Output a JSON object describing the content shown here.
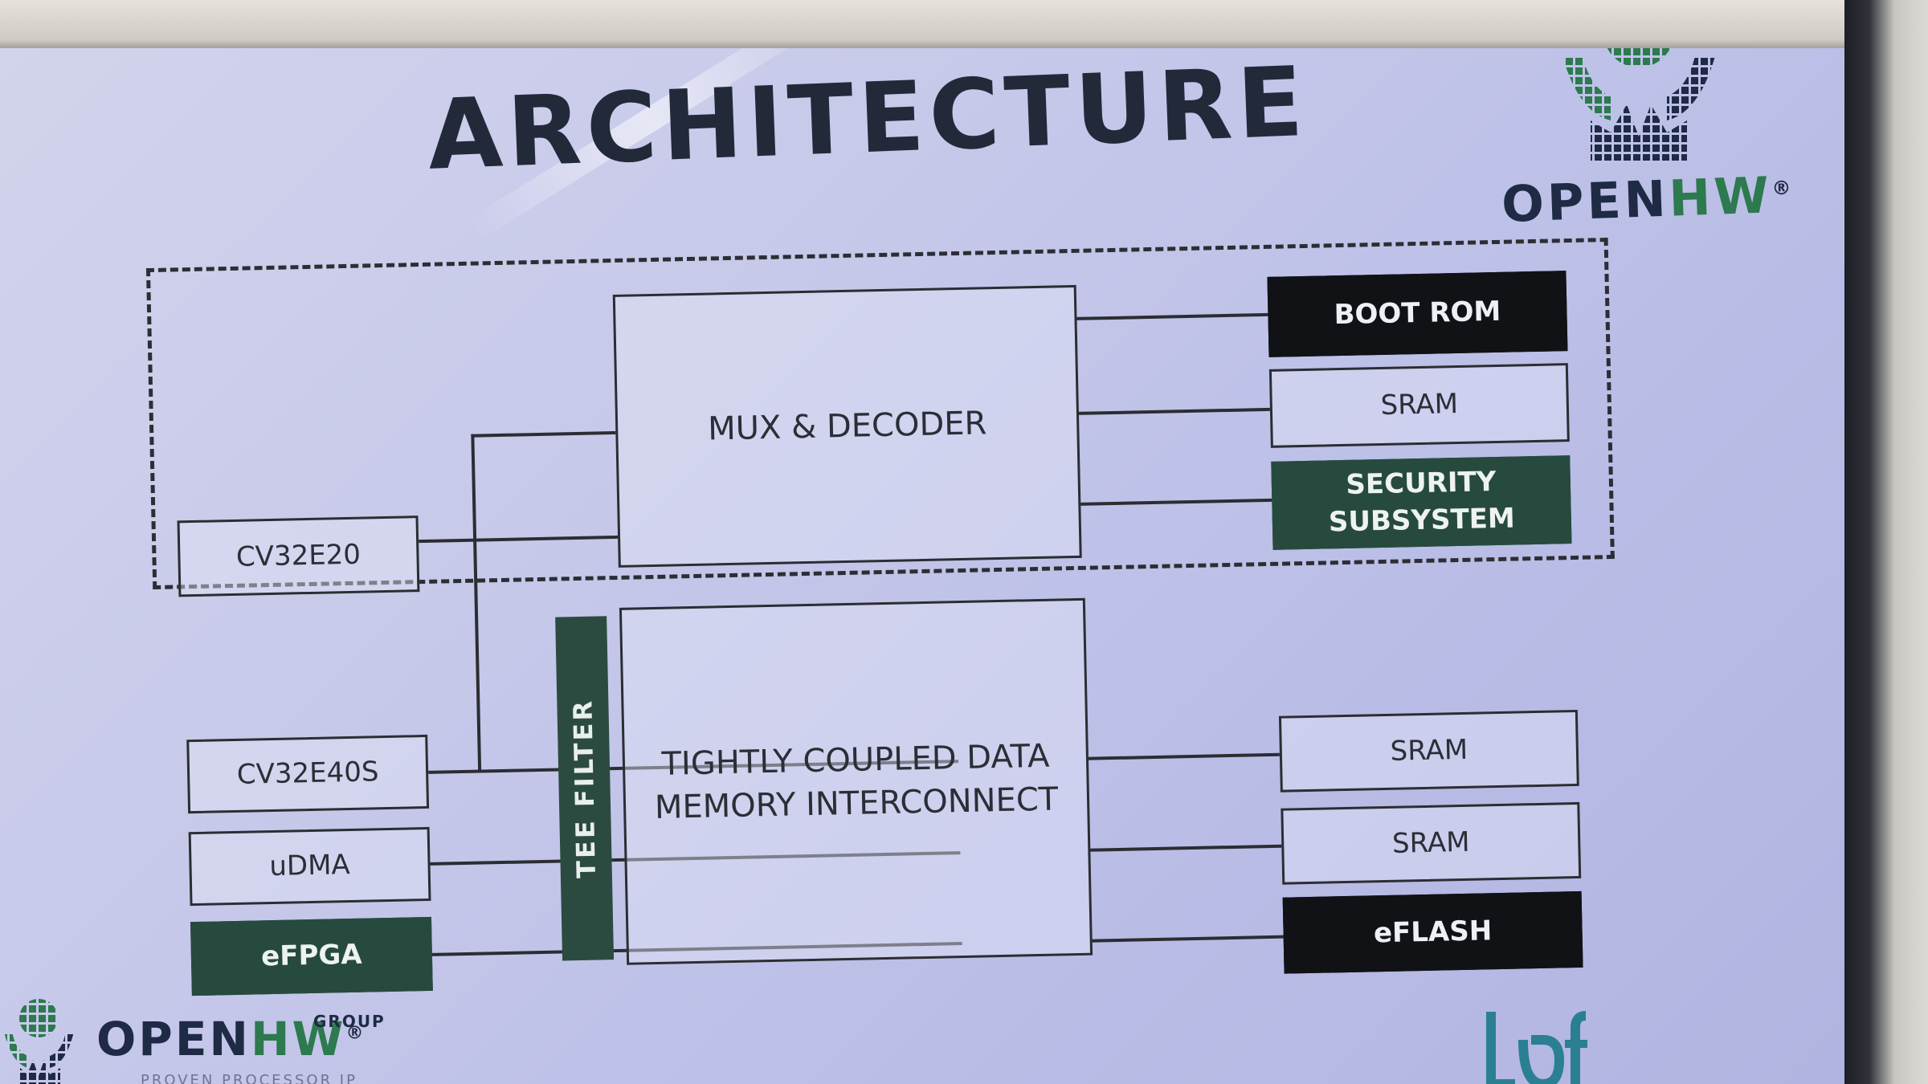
{
  "slide": {
    "title": "ARCHITECTURE"
  },
  "logos": {
    "top_right": {
      "word_a": "OPEN",
      "word_b": "HW",
      "mark": "®"
    },
    "bottom_left": {
      "word_a": "OPEN",
      "word_b": "HW",
      "mark": "®",
      "group": "GROUP",
      "tagline": "PROVEN PROCESSOR IP"
    },
    "bottom_right": {
      "icon": "lowrisc-logo"
    }
  },
  "colors": {
    "dark_block": "#111216",
    "green_block": "#274a3e",
    "brand_green": "#2c7a4e",
    "brand_navy": "#1f2a44"
  },
  "diagram": {
    "mux_decoder": "MUX & DECODER",
    "interconnect_line1": "TIGHTLY COUPLED DATA",
    "interconnect_line2": "MEMORY INTERCONNECT",
    "tee_filter": "TEE FILTER",
    "left": {
      "cv32e20": "CV32E20",
      "cv32e40s": "CV32E40S",
      "udma": "uDMA",
      "efpga": "eFPGA"
    },
    "right_top": {
      "boot_rom": "BOOT ROM",
      "sram": "SRAM",
      "security_line1": "SECURITY",
      "security_line2": "SUBSYSTEM"
    },
    "right_bottom": {
      "sram_1": "SRAM",
      "sram_2": "SRAM",
      "eflash": "eFLASH"
    }
  }
}
